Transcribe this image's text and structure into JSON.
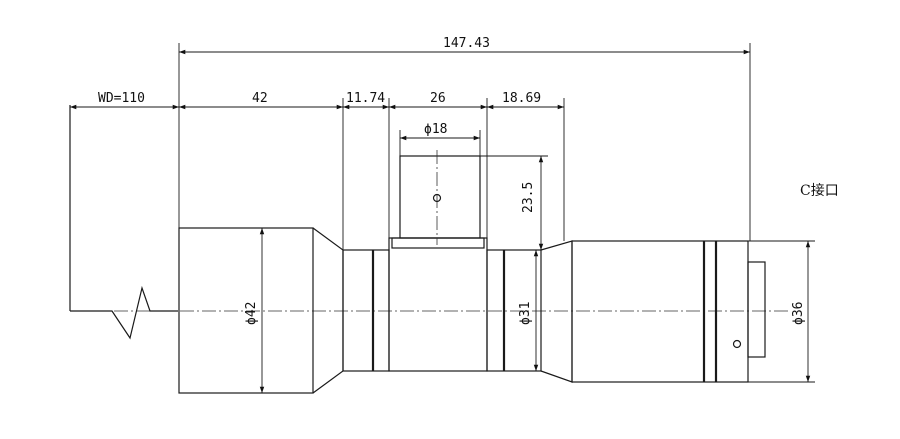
{
  "dimensions": {
    "total_length": "147.43",
    "working_distance": "WD=110",
    "front_barrel_length": "42",
    "neck_length": "11.74",
    "port_width": "26",
    "rear_offset": "18.69",
    "port_diameter": "ϕ18",
    "port_height": "23.5",
    "front_diameter": "ϕ42",
    "body_diameter": "ϕ31",
    "rear_diameter": "ϕ36"
  },
  "notes": {
    "mount_label": "C接口"
  }
}
